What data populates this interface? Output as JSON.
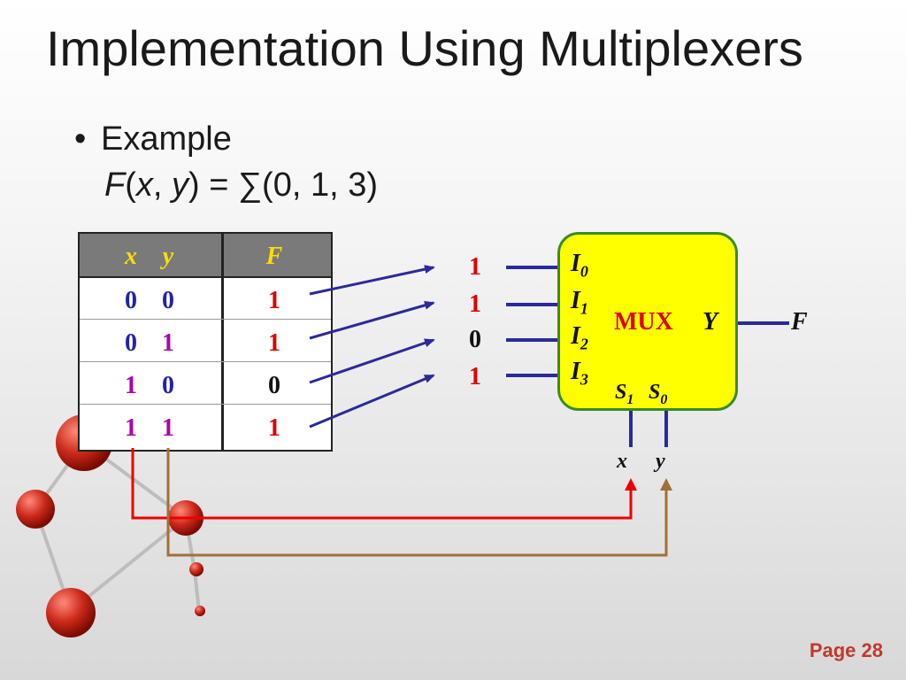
{
  "title": "Implementation Using Multiplexers",
  "bullet": "Example",
  "formula": {
    "f": "F",
    "x": "x",
    "y": "y",
    "rhs": "= ∑(0, 1, 3)"
  },
  "truth_table": {
    "headers": {
      "x": "x",
      "y": "y",
      "f": "F"
    },
    "rows": [
      {
        "x": "0",
        "y": "0",
        "f": "1"
      },
      {
        "x": "0",
        "y": "1",
        "f": "1"
      },
      {
        "x": "1",
        "y": "0",
        "f": "0"
      },
      {
        "x": "1",
        "y": "1",
        "f": "1"
      }
    ]
  },
  "mux": {
    "label": "MUX",
    "output_label": "Y",
    "output_signal": "F",
    "inputs": [
      {
        "name": "I",
        "sub": "0",
        "value": "1"
      },
      {
        "name": "I",
        "sub": "1",
        "value": "1"
      },
      {
        "name": "I",
        "sub": "2",
        "value": "0"
      },
      {
        "name": "I",
        "sub": "3",
        "value": "1"
      }
    ],
    "selects": [
      {
        "name": "S",
        "sub": "1",
        "signal": "x"
      },
      {
        "name": "S",
        "sub": "0",
        "signal": "y"
      }
    ]
  },
  "colors": {
    "one": "#dd0000",
    "zero_x": "#2222aa",
    "one_x": "#aa00aa",
    "mux_fill": "#ffff00",
    "mux_border": "#3a8a2a",
    "arrow": "#2a2a9a",
    "x_wire": "#ee0000",
    "y_wire": "#a0703a"
  },
  "page_number": "Page 28"
}
